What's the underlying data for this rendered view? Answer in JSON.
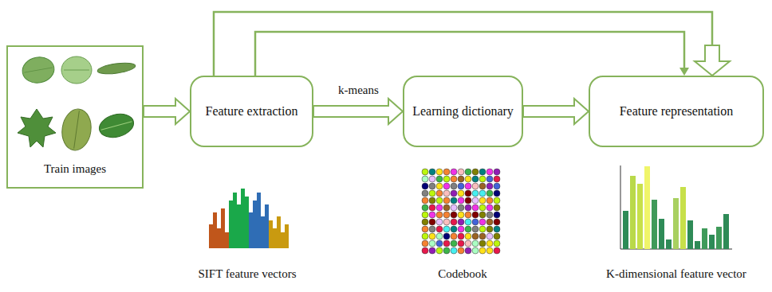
{
  "diagram": {
    "nodes": [
      {
        "text": [
          "Train images"
        ]
      },
      {
        "text": [
          "Feature extraction"
        ]
      },
      {
        "text": [
          "Learning dictionary"
        ]
      },
      {
        "text": [
          "Feature representation"
        ]
      }
    ],
    "edges": [
      {
        "from": 0,
        "to": 1,
        "arrow": "to"
      },
      {
        "from": 1,
        "to": 2,
        "label": "k-means",
        "arrow": "to"
      },
      {
        "from": 2,
        "to": 3,
        "arrow": "to"
      },
      {
        "from": 1,
        "to": 3,
        "arrow": "to"
      },
      {
        "from": 1,
        "to": 3,
        "arrow": "to"
      }
    ],
    "labels": [
      "SIFT feature vectors",
      "Codebook",
      "K-dimensional feature vector"
    ]
  }
}
